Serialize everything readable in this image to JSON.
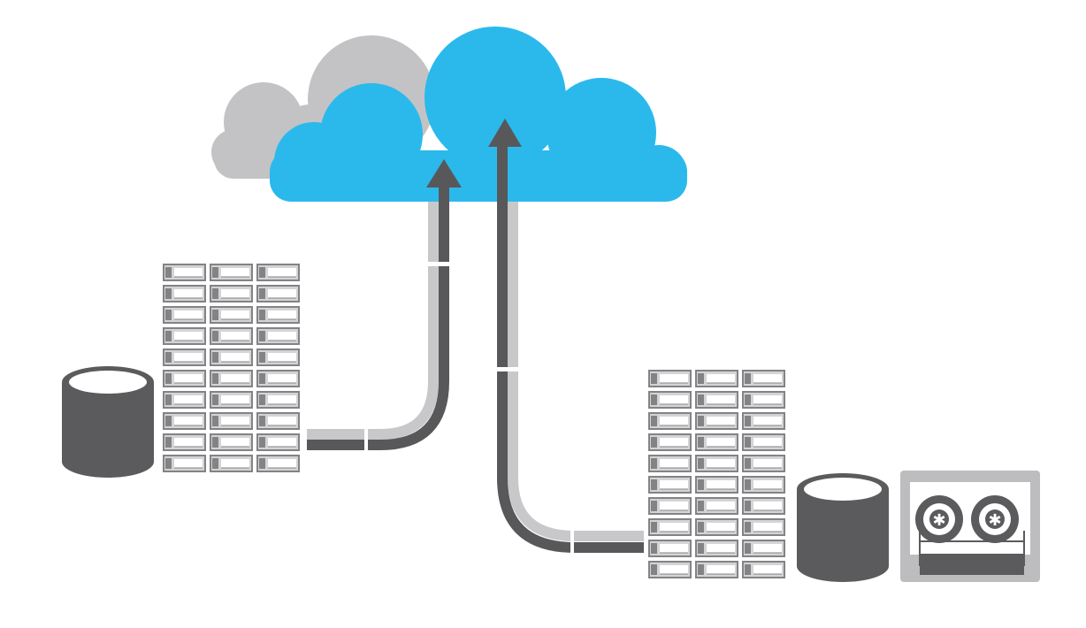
{
  "colors": {
    "background": "#ffffff",
    "cloud_primary": "#2bb9ec",
    "cloud_secondary": "#c3c3c5",
    "arrow_dark": "#58585a",
    "pipe_light": "#c8c8ca",
    "server_frame": "#838386",
    "server_face": "#d4d4d6",
    "server_slot": "#ffffff",
    "db_body": "#5b5b5d",
    "db_top": "#ffffff",
    "tape_frame": "#bdbdbf",
    "tape_window": "#ffffff",
    "tape_reel": "#5b5b5d"
  },
  "icons": {
    "primary_cloud": "cloud-icon",
    "secondary_cloud": "cloud-icon",
    "database": "database-cylinder-icon",
    "server_rack": "server-rack-icon",
    "tape_drive": "tape-cartridge-icon",
    "upload_arrow": "arrow-up-icon"
  },
  "diagram": {
    "left_site": {
      "rack_columns": 3,
      "rack_rows": 10,
      "has_database": true,
      "has_tape": false
    },
    "right_site": {
      "rack_columns": 3,
      "rack_rows": 10,
      "has_database": true,
      "has_tape": true
    }
  }
}
